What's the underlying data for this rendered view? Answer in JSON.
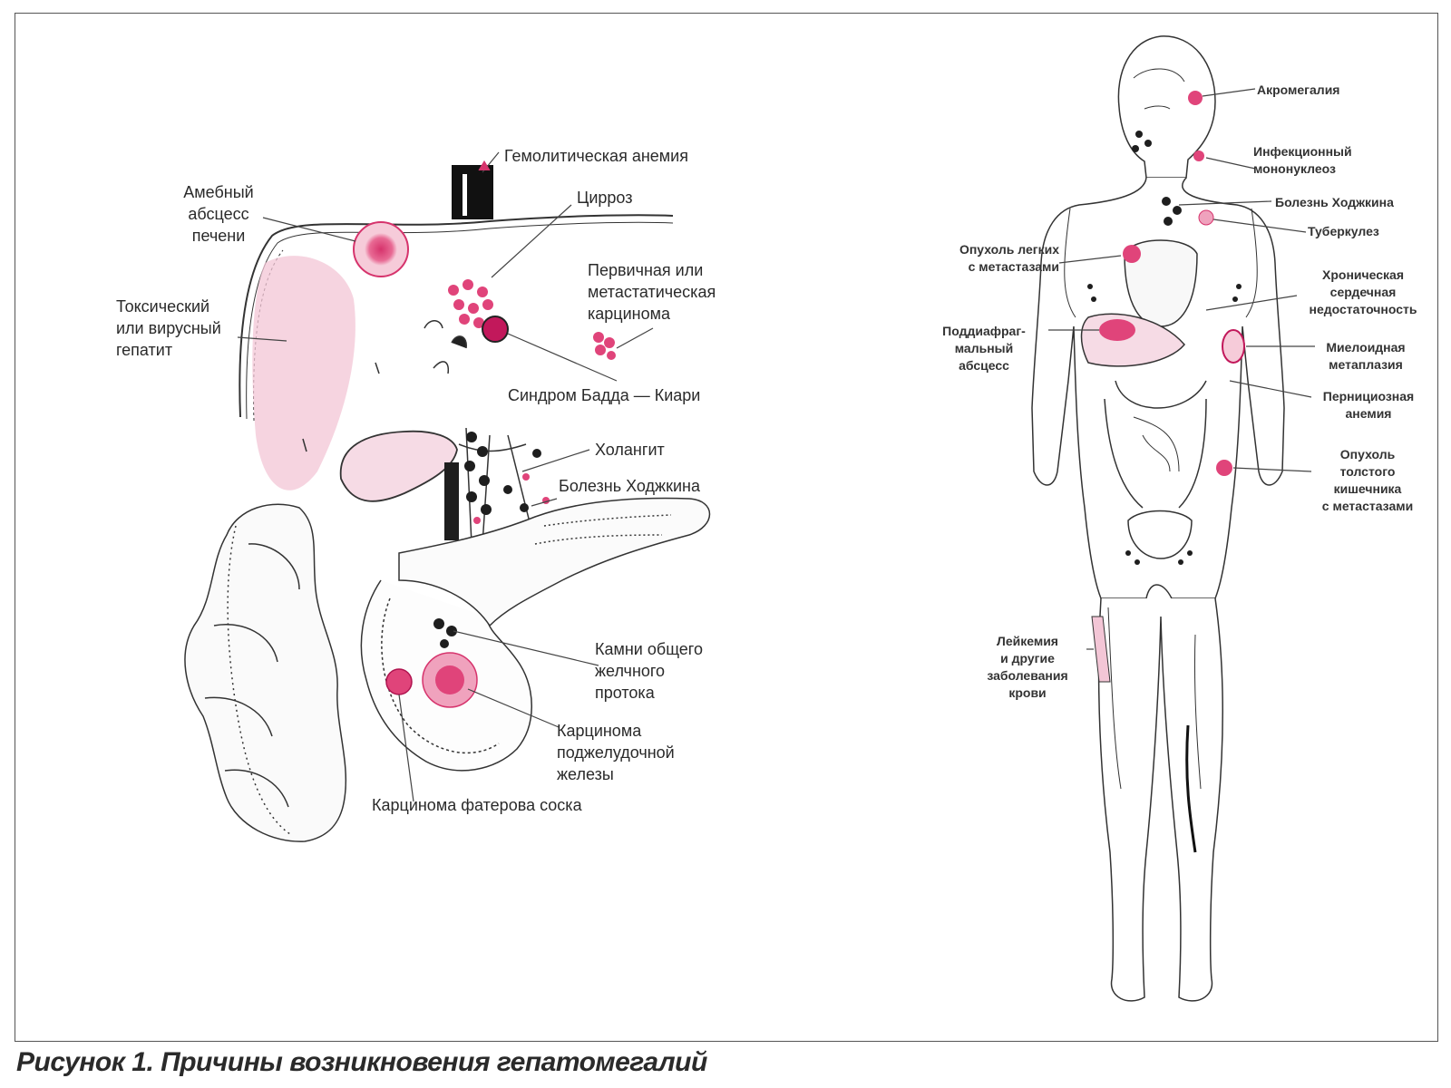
{
  "colors": {
    "lesion": "#d6336c",
    "lesion_light": "#efa2bd",
    "tint": "#f3c6d6",
    "ink": "#2a2a2a",
    "dark_node": "#1e1e1e"
  },
  "liver_labels": {
    "hemolytic_anemia": "Гемолитическая анемия",
    "amoebic_abscess": "Амебный\nабсцесс\nпечени",
    "cirrhosis": "Цирроз",
    "primary_carcinoma": "Первичная или\nметастатическая\nкарцинома",
    "toxic_hepatitis": "Токсический\nили вирусный\nгепатит",
    "budd_chiari": "Синдром Бадда — Киари",
    "cholangitis": "Холангит",
    "hodgkin": "Болезнь Ходжкина",
    "bile_stones": "Камни общего\nжелчного\nпротока",
    "pancreas_carcinoma": "Карцинома\nподжелудочной\nжелезы",
    "vater_carcinoma": "Карцинома фатерова соска"
  },
  "body_labels": {
    "acromegaly": "Акромегалия",
    "mononucleosis": "Инфекционный\nмононуклеоз",
    "hodgkin": "Болезнь Ходжкина",
    "tuberculosis": "Туберкулез",
    "lung_tumor": "Опухоль легких\nс метастазами",
    "heart_failure": "Хроническая\nсердечная\nнедостаточность",
    "subphrenic_abscess": "Поддиафраг-\nмальный\nабсцесс",
    "myeloid_metaplasia": "Миелоидная\nметаплазия",
    "pernicious_anemia": "Пернициозная\nанемия",
    "colon_tumor": "Опухоль\nтолстого\nкишечника\nс метастазами",
    "leukemia": "Лейкемия\nи другие\nзаболевания\nкрови"
  },
  "caption": "Рисунок 1. Причины возникновения гепатомегалий"
}
